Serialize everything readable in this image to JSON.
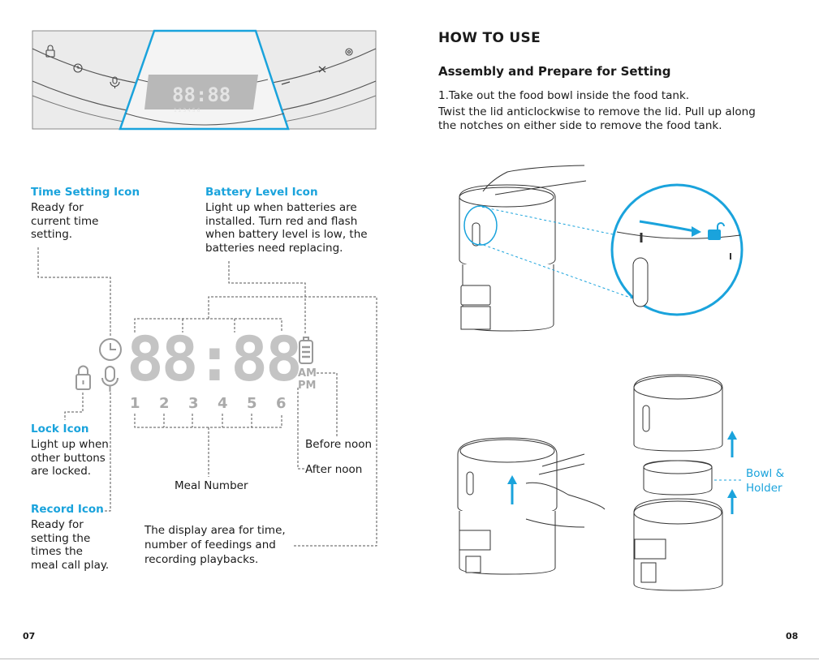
{
  "left_page": {
    "panel_display": {
      "digits": "88:88",
      "meal_numbers": [
        "1",
        "2",
        "3",
        "4",
        "5",
        "6"
      ]
    },
    "callouts": {
      "time_setting": {
        "title": "Time Setting Icon",
        "text": "Ready for\ncurrent time\nsetting."
      },
      "battery_level": {
        "title": "Battery Level Icon",
        "text": "Light up when batteries are\ninstalled. Turn red and flash\nwhen battery level is low, the\nbatteries need replacing."
      },
      "lock": {
        "title": "Lock Icon",
        "text": "Light up when\nother buttons\nare locked."
      },
      "record": {
        "title": "Record Icon",
        "text": "Ready for\nsetting the\ntimes the\nmeal call play."
      },
      "meal_number": "Meal Number",
      "before_noon": "Before noon",
      "after_noon": "After noon",
      "display_area": "The display area for time,\nnumber of feedings and\nrecording playbacks."
    },
    "display": {
      "digits": "88:88",
      "am": "AM",
      "pm": "PM",
      "meal_numbers": [
        "1",
        "2",
        "3",
        "4",
        "5",
        "6"
      ]
    },
    "page_number": "07"
  },
  "right_page": {
    "heading": "HOW TO USE",
    "subheading": "Assembly and Prepare for Setting",
    "step_1": "1.Take out the food bowl inside the food tank.",
    "step_1_detail": "Twist the lid anticlockwise to remove the lid. Pull up along\nthe notches on either side to remove the food tank.",
    "bowl_label": "Bowl &\nHolder",
    "page_number": "08"
  },
  "colors": {
    "accent": "#1aa3dc",
    "display_gray": "#c8c8c8",
    "line": "#333333"
  },
  "icons": [
    "lock-icon",
    "time-icon",
    "record-icon",
    "battery-icon",
    "unlock-icon",
    "plus-icon",
    "minus-icon",
    "gear-icon",
    "up-arrow-icon"
  ]
}
